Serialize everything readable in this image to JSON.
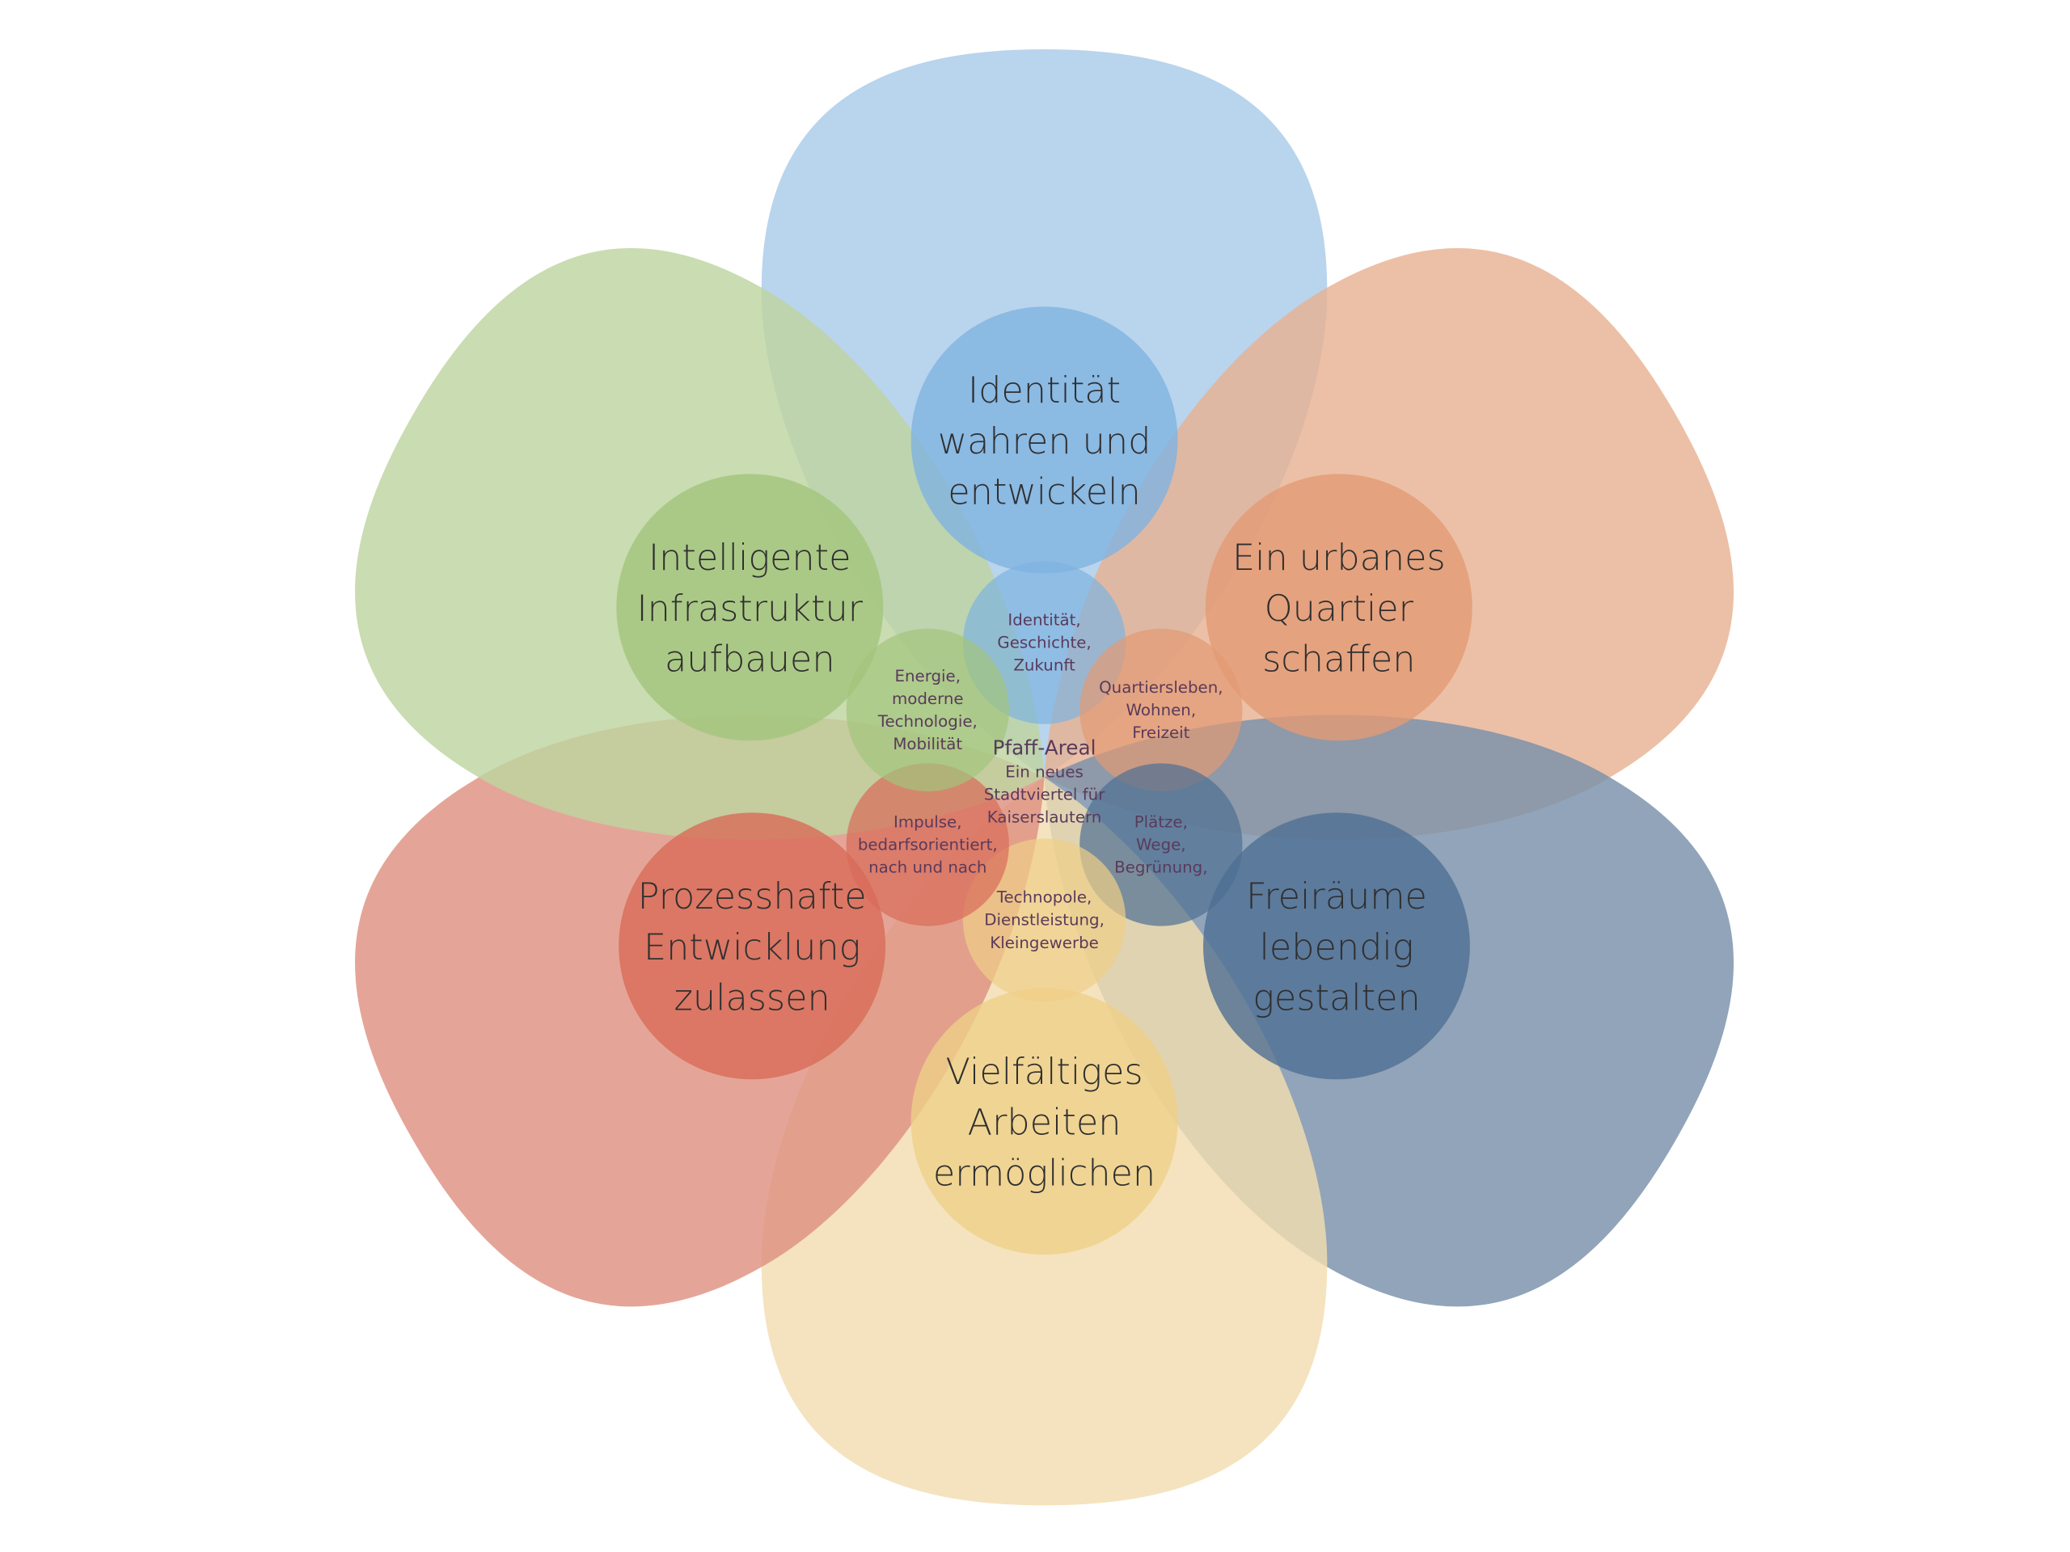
{
  "center": {
    "title": "Pfaff-Areal",
    "subtitle": [
      "Ein neues",
      "Stadtviertel für",
      "Kaiserslautern"
    ]
  },
  "petals": [
    {
      "id": "identity",
      "color": "#a9cbe9",
      "circle_color": "#7fb3e0",
      "small_color": "#7fb3e0",
      "title": [
        "Identität",
        "wahren und",
        "entwickeln"
      ],
      "detail": [
        "Identität,",
        "Geschichte,",
        "Zukunft"
      ]
    },
    {
      "id": "urban",
      "color": "#e8b293",
      "circle_color": "#e39a74",
      "small_color": "#e39a74",
      "title": [
        "Ein urbanes",
        "Quartier",
        "schaffen"
      ],
      "detail": [
        "Quartiersleben,",
        "Wohnen,",
        "Freizeit"
      ]
    },
    {
      "id": "open-spaces",
      "color": "#7990aa",
      "circle_color": "#4f6f93",
      "small_color": "#4f6f93",
      "title": [
        "Freiräume",
        "lebendig",
        "gestalten"
      ],
      "detail": [
        "Plätze,",
        "Wege,",
        "Begrünung,"
      ]
    },
    {
      "id": "work",
      "color": "#f1ddb0",
      "circle_color": "#efcf88",
      "small_color": "#efcf88",
      "title": [
        "Vielfältiges",
        "Arbeiten",
        "ermöglichen"
      ],
      "detail": [
        "Technopole,",
        "Dienstleistung,",
        "Kleingewerbe"
      ]
    },
    {
      "id": "process",
      "color": "#de9181",
      "circle_color": "#d86b58",
      "small_color": "#d86b58",
      "title": [
        "Prozesshafte",
        "Entwicklung",
        "zulassen"
      ],
      "detail": [
        "Impulse,",
        "bedarfsorientiert,",
        "nach und nach"
      ]
    },
    {
      "id": "infrastructure",
      "color": "#bed4a0",
      "circle_color": "#a3c47c",
      "small_color": "#a3c47c",
      "title": [
        "Intelligente",
        "Infrastruktur",
        "aufbauen"
      ],
      "detail": [
        "Energie,",
        "moderne",
        "Technologie,",
        "Mobilität"
      ]
    }
  ]
}
